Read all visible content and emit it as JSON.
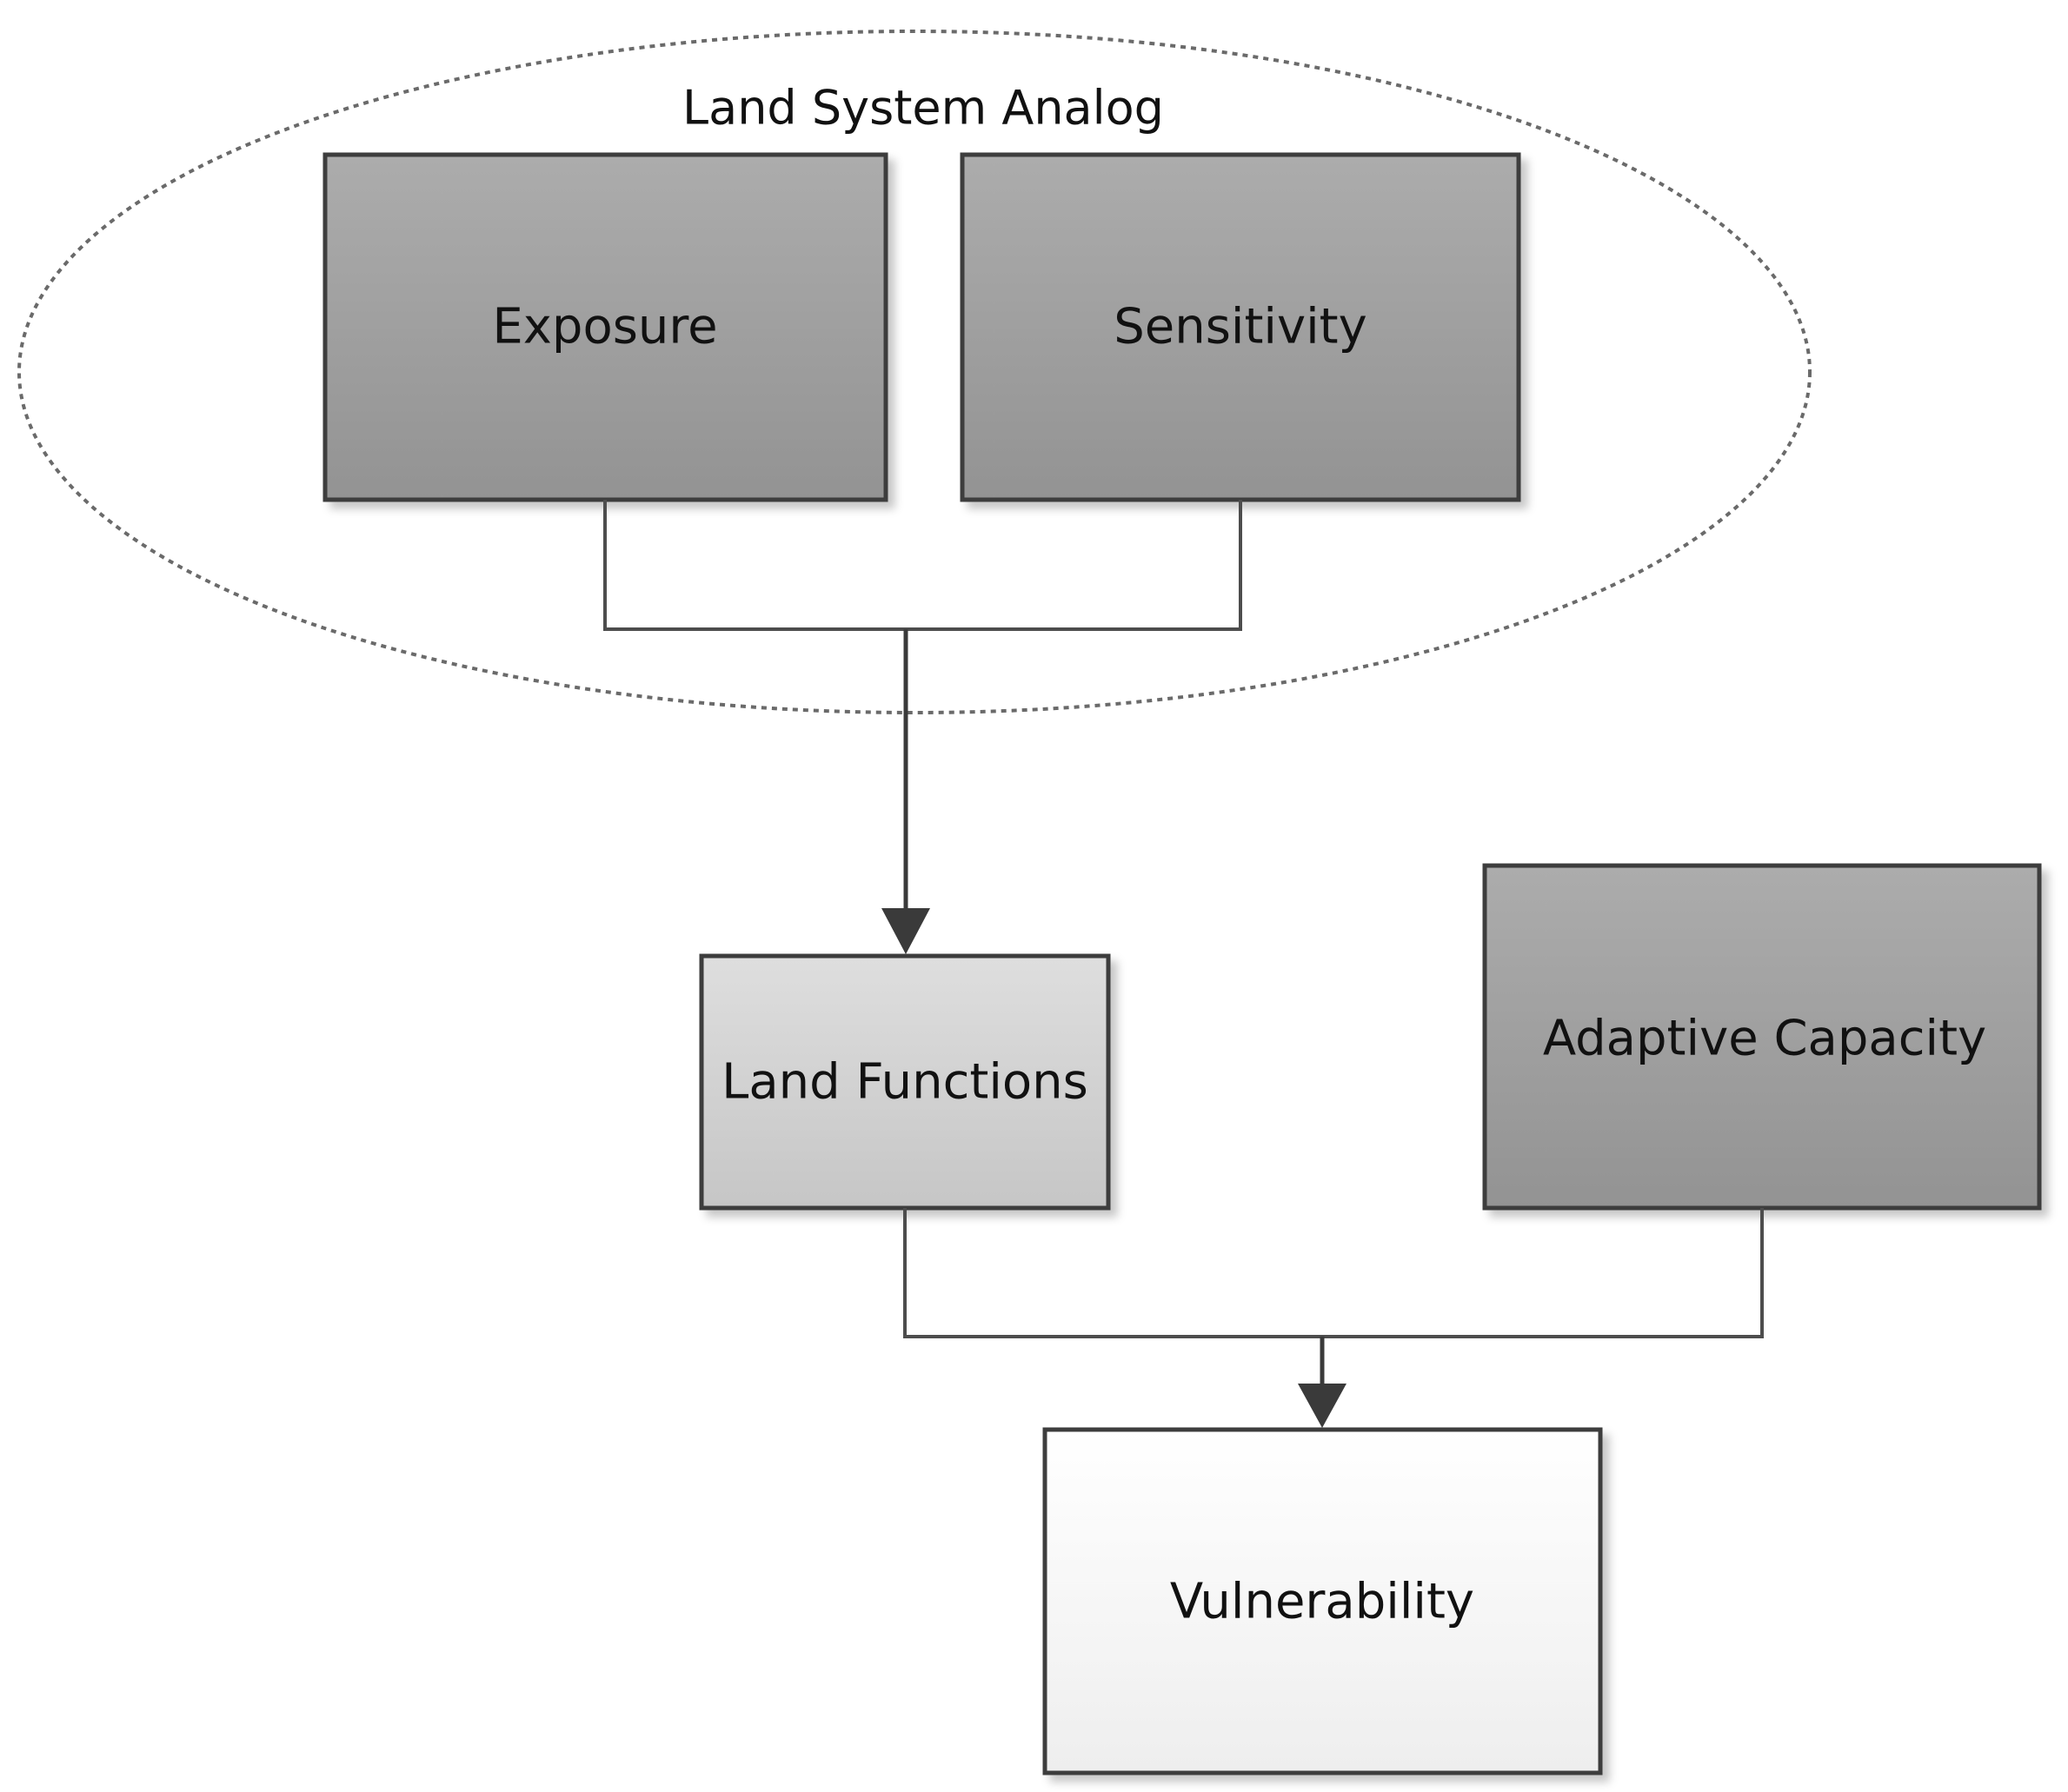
{
  "group": {
    "label": "Land System Analog"
  },
  "nodes": {
    "exposure": {
      "label": "Exposure"
    },
    "sensitivity": {
      "label": "Sensitivity"
    },
    "land_functions": {
      "label": "Land Functions"
    },
    "adaptive_capacity": {
      "label": "Adaptive Capacity"
    },
    "vulnerability": {
      "label": "Vulnerability"
    }
  },
  "colors": {
    "dark_box_top": "#acacac",
    "dark_box_bottom": "#939393",
    "mid_box_top": "#dedede",
    "mid_box_bottom": "#c6c6c6",
    "light_box_top": "#ffffff",
    "light_box_bottom": "#eeeeee",
    "lines": "#4d4d4d"
  }
}
